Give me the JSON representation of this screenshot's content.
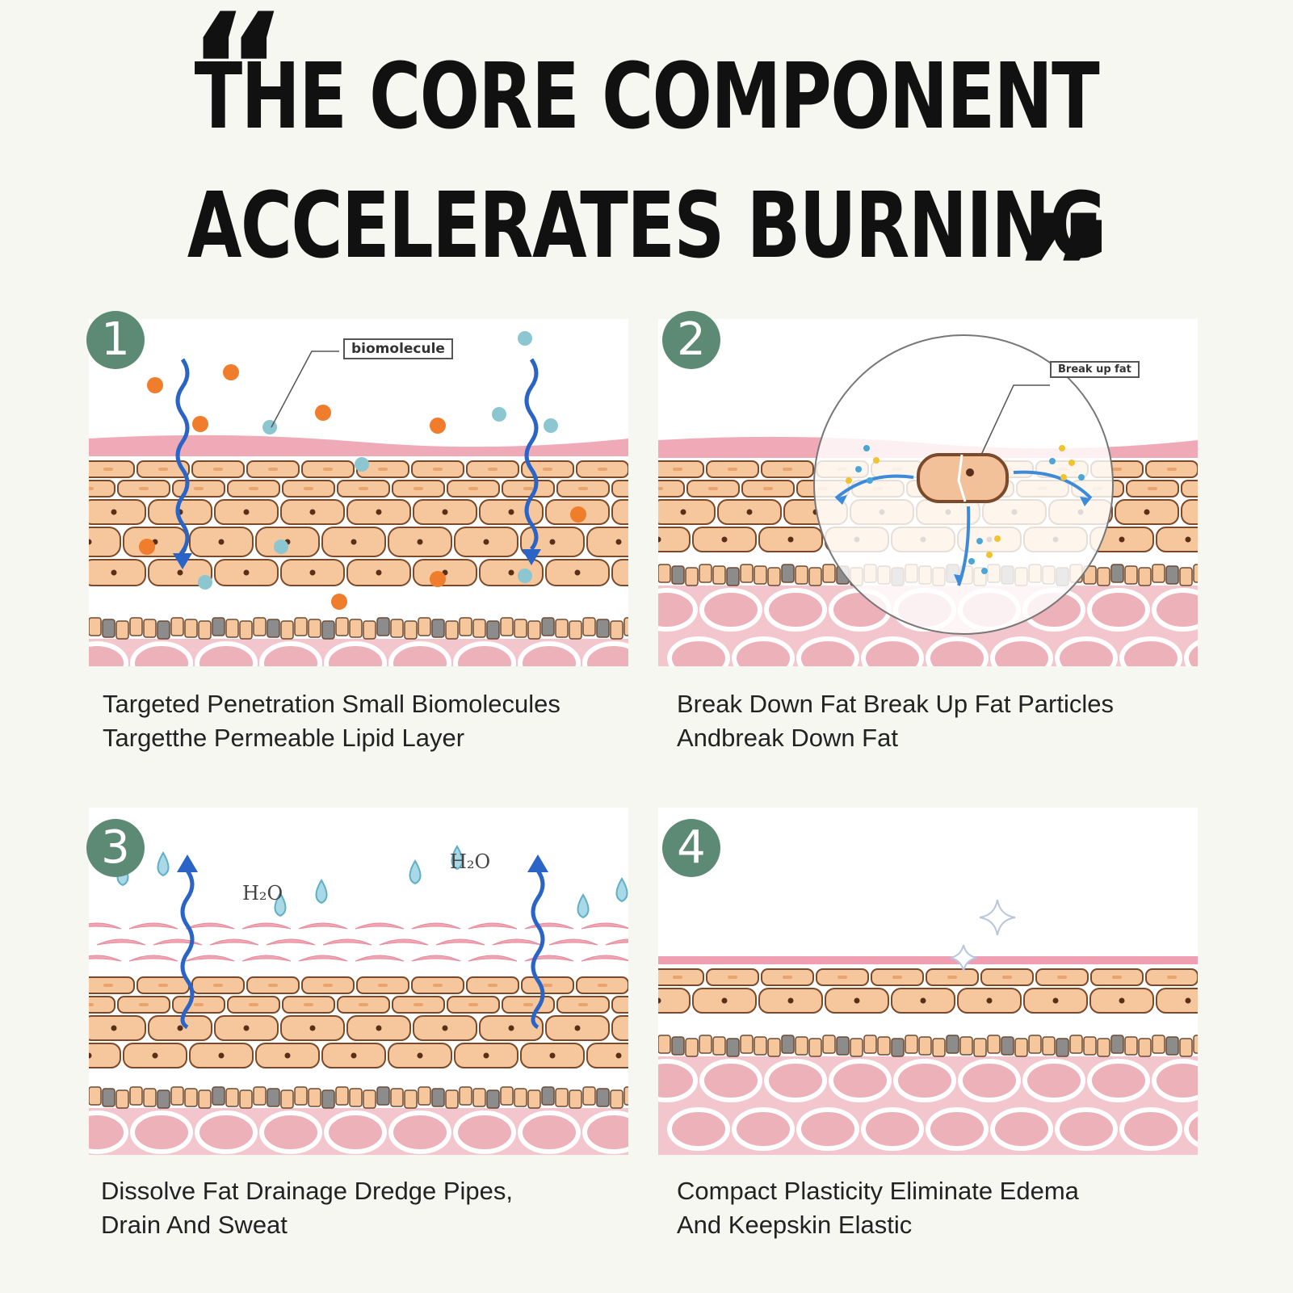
{
  "headline": {
    "open_quote": "“",
    "line1": "THE CORE COMPONENT",
    "line2": "ACCELERATES BURNING",
    "close_quote": "”"
  },
  "panels": [
    {
      "number": "1",
      "callout": "biomolecule",
      "caption_line1": "Targeted Penetration Small Biomolecules",
      "caption_line2": "Targetthe Permeable Lipid Layer"
    },
    {
      "number": "2",
      "callout": "Break up fat",
      "caption_line1": "Break Down Fat Break Up Fat Particles",
      "caption_line2": "Andbreak Down Fat"
    },
    {
      "number": "3",
      "label_a": "H₂O",
      "label_b": "H₂O",
      "caption_line1": "Dissolve Fat Drainage Dredge Pipes,",
      "caption_line2": "Drain And Sweat"
    },
    {
      "number": "4",
      "caption_line1": "Compact Plasticity Eliminate Edema",
      "caption_line2": "And Keepskin Elastic"
    }
  ],
  "colors": {
    "badge": "#5d8a75",
    "skin_cell": "#f6c79c",
    "cell_outline": "#7a4a2a",
    "dermis": "#f2c6cc",
    "arrow": "#2a64c6",
    "orange_particle": "#ef7d2b",
    "blue_particle": "#8cc6d1"
  }
}
